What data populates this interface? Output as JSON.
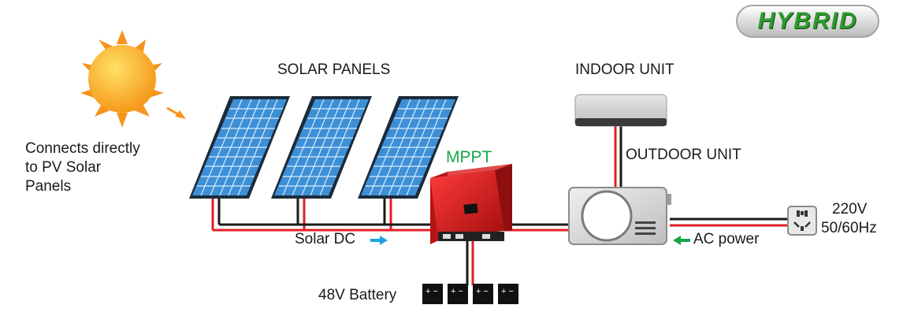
{
  "badge": {
    "text": "HYBRID"
  },
  "labels": {
    "solar_panels": "SOLAR PANELS",
    "indoor_unit": "INDOOR UNIT",
    "outdoor_unit": "OUTDOOR  UNIT",
    "mppt": "MPPT",
    "pv_line1": "Connects directly",
    "pv_line2": "to PV Solar",
    "pv_line3": "Panels",
    "solar_dc": "Solar DC",
    "ac_power": "AC power",
    "battery": "48V Battery",
    "voltage": "220V",
    "frequency": "50/60Hz"
  },
  "colors": {
    "wire_red": "#e41e26",
    "wire_black": "#1a1a1a",
    "arrow_blue": "#1fa3e0",
    "arrow_green": "#17a54a",
    "panel_blue": "#3d8fd6",
    "inverter_red": "#cf1b1b",
    "sun_orange": "#f7941d"
  }
}
